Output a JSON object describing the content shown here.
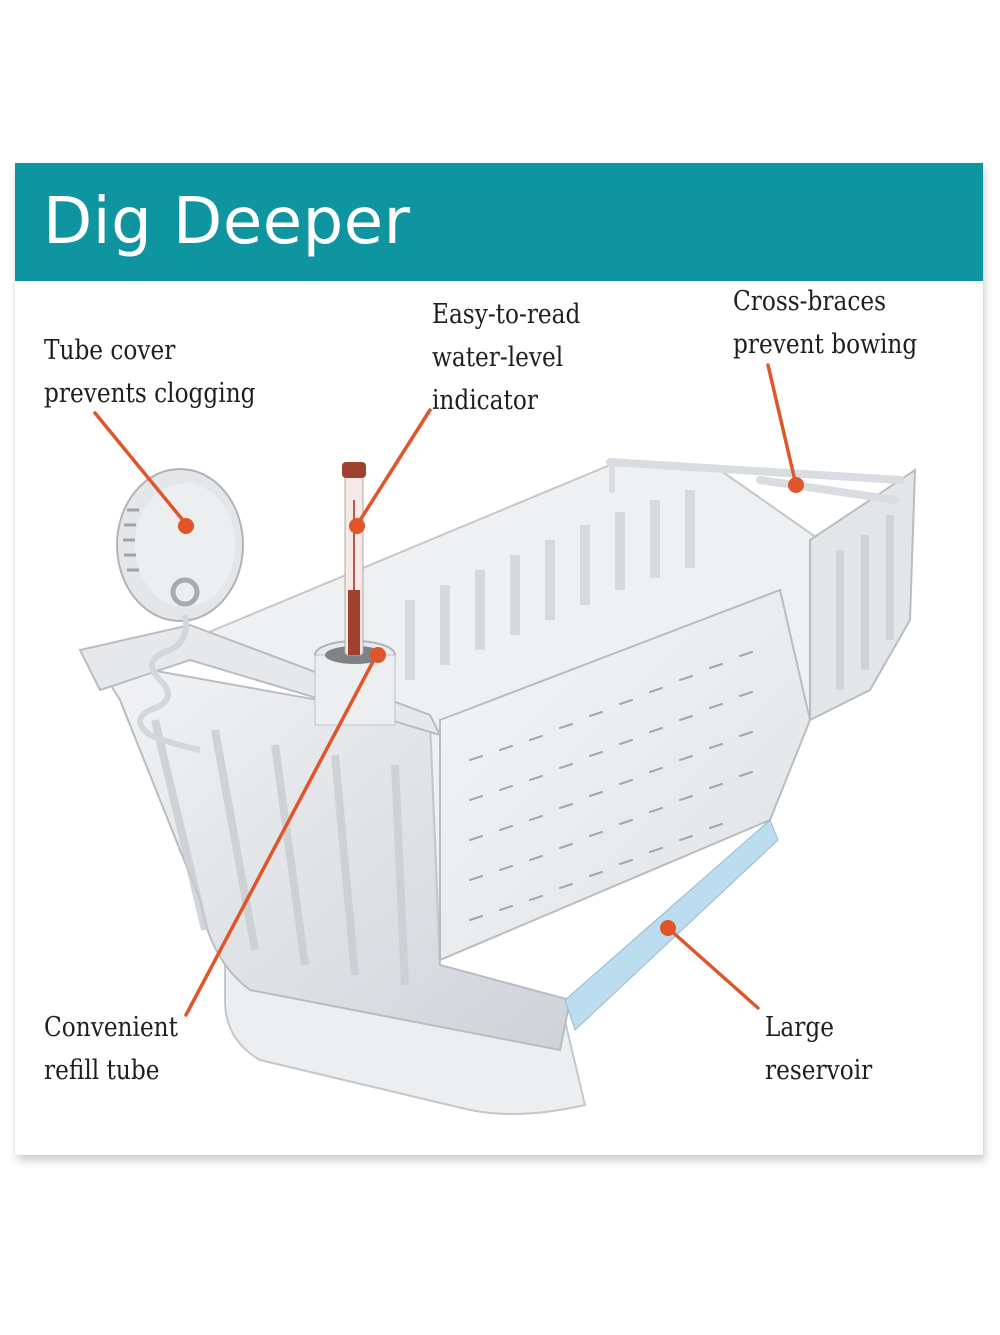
{
  "header": {
    "title": "Dig Deeper",
    "background_color": "#0e95a0",
    "title_color": "#ffffff"
  },
  "callouts": [
    {
      "id": "tube-cover",
      "lines": [
        "Tube cover",
        "prevents clogging"
      ]
    },
    {
      "id": "water-level-indicator",
      "lines": [
        "Easy-to-read",
        "water-level",
        "indicator"
      ]
    },
    {
      "id": "cross-braces",
      "lines": [
        "Cross-braces",
        "prevent bowing"
      ]
    },
    {
      "id": "refill-tube",
      "lines": [
        "Convenient",
        "refill tube"
      ]
    },
    {
      "id": "reservoir",
      "lines": [
        "Large",
        "reservoir"
      ]
    }
  ],
  "colors": {
    "callout_line": "#e0552a",
    "reservoir_water": "#bcdcf0",
    "planter_body": "#e8eaed",
    "planter_shadow": "#b9bdc2",
    "indicator_red": "#a0402e"
  }
}
